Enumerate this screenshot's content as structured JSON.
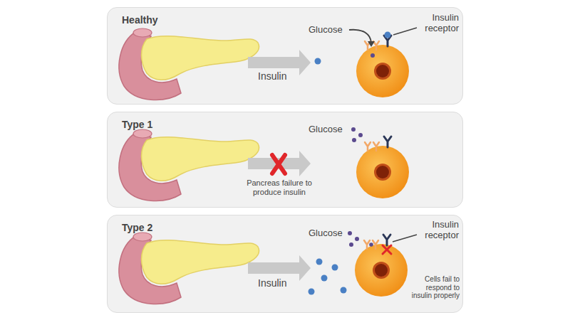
{
  "diagram": {
    "nodes": [
      {
        "text": [
          "Healthy"
        ]
      },
      {
        "text": [
          "Type 1"
        ]
      },
      {
        "text": [
          "Type 2"
        ]
      }
    ],
    "labels": [
      "Glucose",
      "Insulin receptor",
      "Insulin",
      "Glucose",
      "Pancreas failure to produce insulin",
      "Glucose",
      "Insulin receptor",
      "Insulin",
      "Cells fail to respond to insulin properly"
    ]
  }
}
